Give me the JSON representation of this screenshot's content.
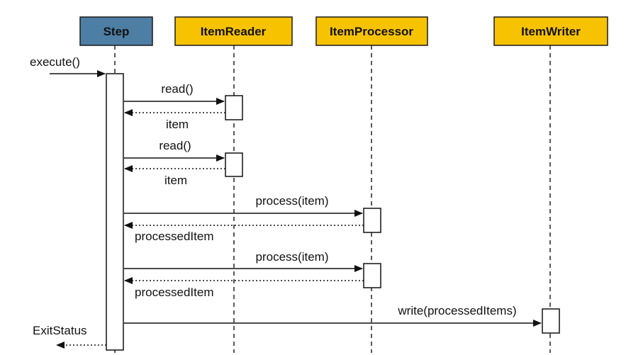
{
  "participants": [
    {
      "name": "Step",
      "color": "#4d7ea3"
    },
    {
      "name": "ItemReader",
      "color": "#f7c300"
    },
    {
      "name": "ItemProcessor",
      "color": "#f7c300"
    },
    {
      "name": "ItemWriter",
      "color": "#f7c300"
    }
  ],
  "messages": [
    {
      "label": "execute()",
      "kind": "call",
      "from": "external",
      "to": "Step"
    },
    {
      "label": "read()",
      "kind": "call",
      "from": "Step",
      "to": "ItemReader"
    },
    {
      "label": "item",
      "kind": "return",
      "from": "ItemReader",
      "to": "Step"
    },
    {
      "label": "read()",
      "kind": "call",
      "from": "Step",
      "to": "ItemReader"
    },
    {
      "label": "item",
      "kind": "return",
      "from": "ItemReader",
      "to": "Step"
    },
    {
      "label": "process(item)",
      "kind": "call",
      "from": "Step",
      "to": "ItemProcessor"
    },
    {
      "label": "processedItem",
      "kind": "return",
      "from": "ItemProcessor",
      "to": "Step"
    },
    {
      "label": "process(item)",
      "kind": "call",
      "from": "Step",
      "to": "ItemProcessor"
    },
    {
      "label": "processedItem",
      "kind": "return",
      "from": "ItemProcessor",
      "to": "Step"
    },
    {
      "label": "write(processedItems)",
      "kind": "call",
      "from": "Step",
      "to": "ItemWriter"
    },
    {
      "label": "ExitStatus",
      "kind": "return",
      "from": "Step",
      "to": "external"
    }
  ]
}
